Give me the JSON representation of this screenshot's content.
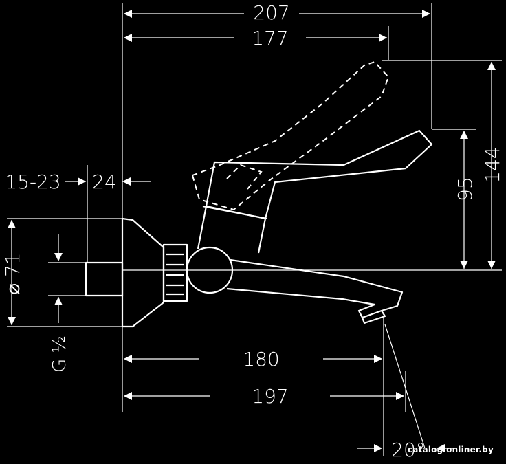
{
  "colors": {
    "background": "#000000",
    "line": "#ffffff"
  },
  "dimensions": {
    "overall_length": "207",
    "handle_reach": "177",
    "wall_range": "15-23",
    "flange_depth": "24",
    "height_total": "144",
    "height_handle": "95",
    "rosette_diameter": "⌀ 71",
    "thread": "G ½",
    "spout_length": "180",
    "spout_total": "197",
    "angle": "20°"
  },
  "watermark": "catalog.onliner.by"
}
